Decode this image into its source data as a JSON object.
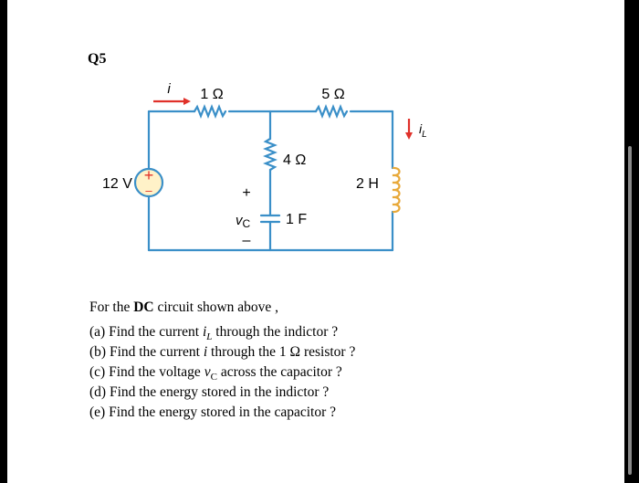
{
  "question_number": "Q5",
  "circuit": {
    "labels": {
      "source": "12 V",
      "source_plus": "+",
      "r1": "1 Ω",
      "r2": "5 Ω",
      "r3": "4 Ω",
      "inductor": "2 H",
      "capacitor": "1 F",
      "current_i": "i",
      "current_il_base": "i",
      "current_il_sub": "L",
      "vc_plus": "+",
      "vc_base": "v",
      "vc_sub": "C",
      "vc_minus": "–"
    },
    "colors": {
      "wire": "#3a8fc8",
      "arrow": "#e0312a",
      "source_fill": "#fff2c8",
      "inductor": "#e8a93a"
    }
  },
  "intro": {
    "pre": "For the ",
    "bold": "DC",
    "post": " circuit shown above ,"
  },
  "questions": [
    {
      "pre": "(a) Find the current ",
      "var": "i",
      "sub": "L",
      "post": " through the indictor ?"
    },
    {
      "pre": "(b) Find the current ",
      "var": "i",
      "sub": "",
      "post": " through the 1 Ω resistor ?"
    },
    {
      "pre": "(c) Find the voltage ",
      "var": "v",
      "sub": "C",
      "post": " across the capacitor ?"
    },
    {
      "pre": "(d) Find the energy stored in the indictor ?",
      "var": "",
      "sub": "",
      "post": ""
    },
    {
      "pre": "(e) Find the energy stored in the capacitor ?",
      "var": "",
      "sub": "",
      "post": ""
    }
  ]
}
